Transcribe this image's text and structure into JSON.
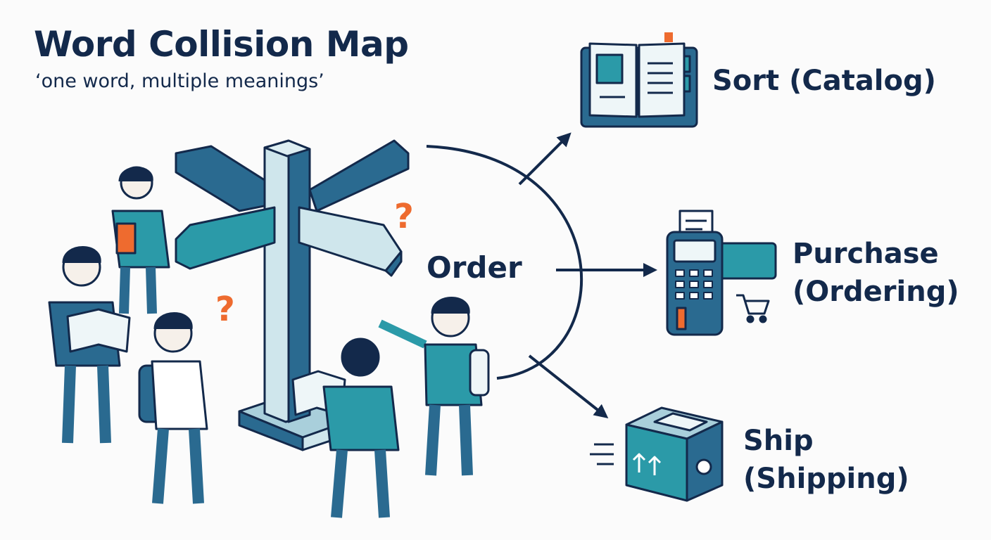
{
  "header": {
    "title": "Word Collision Map",
    "subtitle": "‘one word, multiple meanings’"
  },
  "center": {
    "word": "Order",
    "question_marks": [
      "?",
      "?"
    ]
  },
  "meanings": [
    {
      "line1": "Sort (Catalog)",
      "line2": "",
      "icon": "catalog-book-icon"
    },
    {
      "line1": "Purchase",
      "line2": "(Ordering)",
      "icon": "payment-terminal-icon"
    },
    {
      "line1": "Ship",
      "line2": "(Shipping)",
      "icon": "shipping-box-icon"
    }
  ],
  "colors": {
    "navy": "#13294b",
    "teal": "#2b9aa8",
    "blue": "#2a6a90",
    "light": "#cfe6ec",
    "accent": "#ee6b2f"
  }
}
